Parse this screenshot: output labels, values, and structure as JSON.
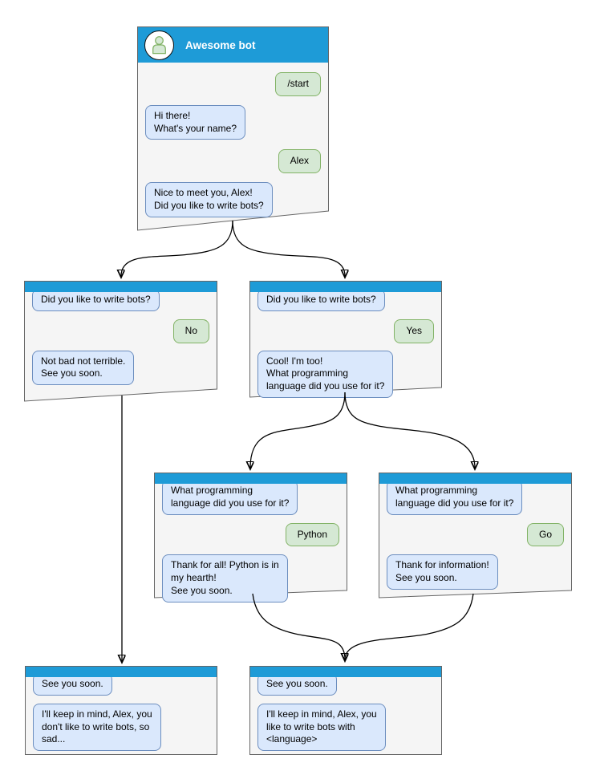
{
  "colors": {
    "header_blue": "#1e9bd7",
    "bot_bubble_fill": "#dae8fc",
    "bot_bubble_stroke": "#6c8ebf",
    "user_bubble_fill": "#d5e8d4",
    "user_bubble_stroke": "#82b366",
    "window_fill": "#f5f5f5",
    "window_stroke": "#666666"
  },
  "windows": {
    "main": {
      "title": "Awesome bot",
      "avatar_icon": "person-icon",
      "messages": [
        {
          "from": "user",
          "text": "/start"
        },
        {
          "from": "bot",
          "text": "Hi there!\nWhat's your name?"
        },
        {
          "from": "user",
          "text": "Alex"
        },
        {
          "from": "bot",
          "text": "Nice to meet you, Alex!\nDid you like to write bots?"
        }
      ]
    },
    "branch_no": {
      "messages": [
        {
          "from": "bot",
          "text": "Did you like to write bots?"
        },
        {
          "from": "user",
          "text": "No"
        },
        {
          "from": "bot",
          "text": "Not bad not terrible.\nSee you soon."
        }
      ]
    },
    "branch_yes": {
      "messages": [
        {
          "from": "bot",
          "text": "Did you like to write bots?"
        },
        {
          "from": "user",
          "text": "Yes"
        },
        {
          "from": "bot",
          "text": "Cool! I'm too!\nWhat programming\nlanguage did you use for it?"
        }
      ]
    },
    "branch_python": {
      "messages": [
        {
          "from": "bot",
          "text": "What programming\nlanguage did you use for it?"
        },
        {
          "from": "user",
          "text": "Python"
        },
        {
          "from": "bot",
          "text": "Thank for all! Python is in\nmy hearth!\nSee you soon."
        }
      ]
    },
    "branch_go": {
      "messages": [
        {
          "from": "bot",
          "text": "What programming\nlanguage did you use for it?"
        },
        {
          "from": "user",
          "text": "Go"
        },
        {
          "from": "bot",
          "text": "Thank for information!\nSee you soon."
        }
      ]
    },
    "end_no": {
      "messages": [
        {
          "from": "bot",
          "text": "See you soon."
        },
        {
          "from": "bot",
          "text": "I'll keep in mind, Alex, you\ndon't like to write bots, so\nsad..."
        }
      ]
    },
    "end_language": {
      "messages": [
        {
          "from": "bot",
          "text": "See you soon."
        },
        {
          "from": "bot",
          "text": "I'll keep in mind, Alex, you\nlike to write bots with\n<language>"
        }
      ]
    }
  }
}
